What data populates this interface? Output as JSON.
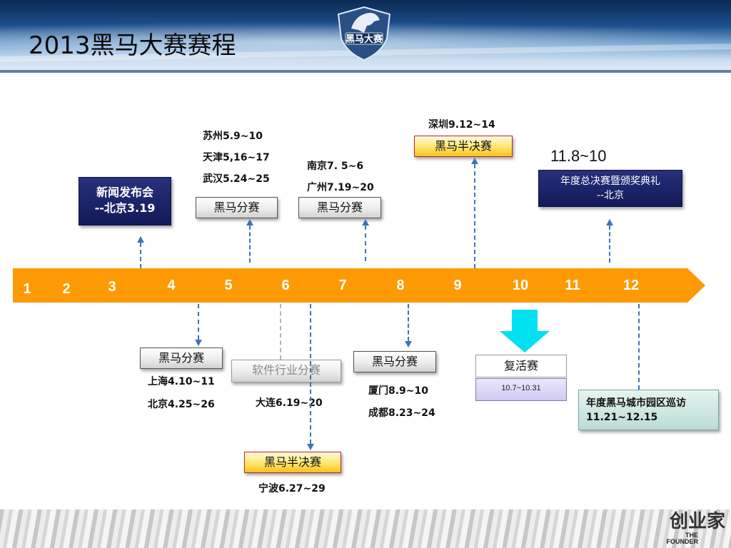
{
  "title": "2013黑马大赛赛程",
  "logo": {
    "name": "黑马大赛",
    "icon": "horse-shield-icon"
  },
  "brand": {
    "cn": "创业家",
    "en1": "THE",
    "en2": "FOUNDER"
  },
  "colors": {
    "timeline": "#fd9a05",
    "arrow_dashed": "#3f73b8",
    "big_arrow": "#00e0f0",
    "navy": "#121a5a"
  },
  "months": [
    "1",
    "2",
    "3",
    "4",
    "5",
    "6",
    "7",
    "8",
    "9",
    "10",
    "11",
    "12"
  ],
  "above": {
    "press": {
      "line1": "新闻发布会",
      "line2": "--北京3.19"
    },
    "regional_may": {
      "city1": "苏州5.9~10",
      "city2": "天津5,16~17",
      "city3": "武汉5.24~25",
      "label": "黑马分赛"
    },
    "regional_jul": {
      "city1": "南京7. 5~6",
      "city2": "广州7.19~20",
      "label": "黑马分赛"
    },
    "semifinal_sep": {
      "city": "深圳9.12~14",
      "label": "黑马半决赛"
    },
    "final": {
      "date": "11.8~10",
      "line1": "年度总决赛暨颁奖典礼",
      "line2": "--北京"
    }
  },
  "below": {
    "regional_apr": {
      "label": "黑马分赛",
      "city1": "上海4.10~11",
      "city2": "北京4.25~26"
    },
    "software": {
      "label": "软件行业分赛",
      "city": "大连6.19~20"
    },
    "semifinal_jun": {
      "label": "黑马半决赛",
      "city": "宁波6.27~29"
    },
    "regional_aug": {
      "label": "黑马分赛",
      "city1": "厦门8.9~10",
      "city2": "成都8.23~24"
    },
    "revival": {
      "label": "复活赛",
      "date": "10.7~10.31"
    },
    "tour": {
      "line1": "年度黑马城市园区巡访",
      "line2": "11.21~12.15"
    }
  }
}
